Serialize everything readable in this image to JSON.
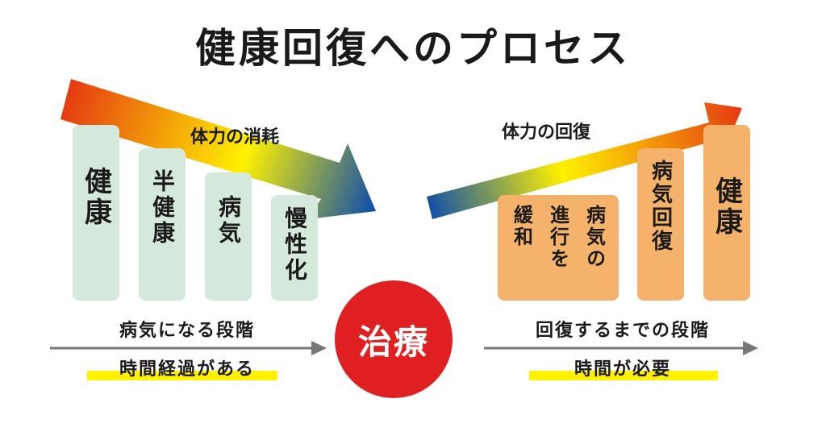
{
  "title": "健康回復へのプロセス",
  "left_arrow_label": "体力の消耗",
  "right_arrow_label": "体力の回復",
  "left_bars": [
    "健康",
    "半健康",
    "病気",
    "慢性化"
  ],
  "right_bars": [
    "病気の進行を緩和",
    "病気回復",
    "健康"
  ],
  "right_bar_columns": [
    "病気の",
    "進行を",
    "緩和"
  ],
  "left_stage": {
    "line1": "病気になる段階",
    "line2": "時間経過がある"
  },
  "right_stage": {
    "line1": "回復するまでの段階",
    "line2": "時間が必要"
  },
  "center": "治療",
  "colors": {
    "green_bar": "#d5e8dc",
    "orange_bar": "#f5b26b",
    "treatment_circle": "#e02020",
    "highlight": "#fff100",
    "gradient": [
      "#e53a12",
      "#fff100",
      "#1150a8"
    ]
  }
}
